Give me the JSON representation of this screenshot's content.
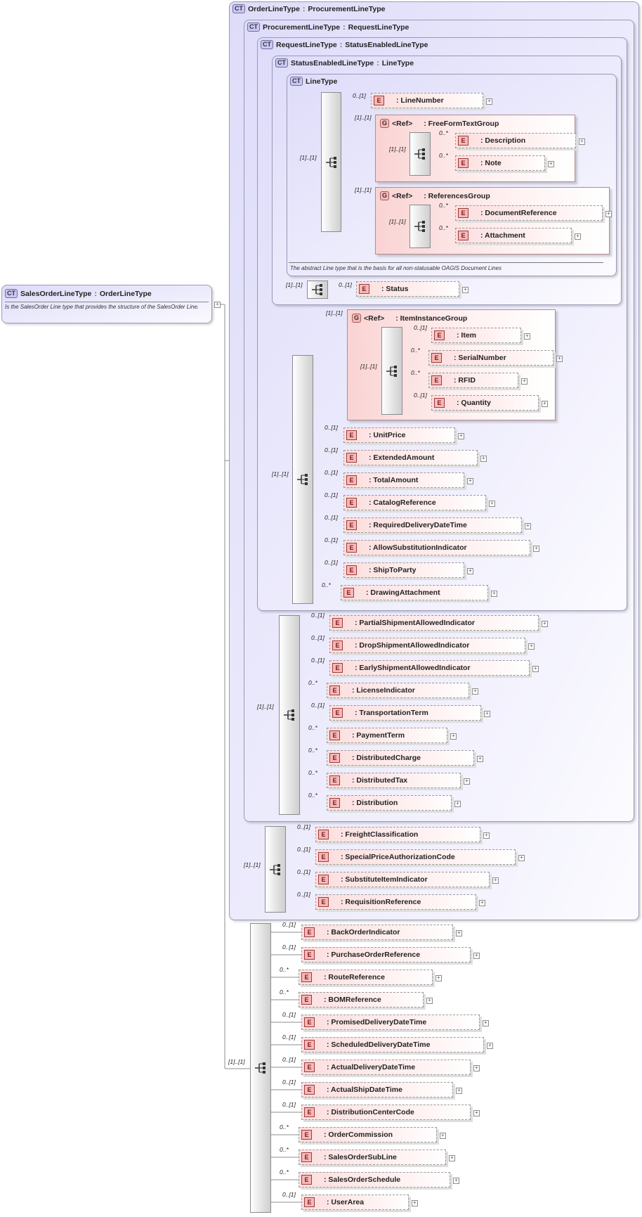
{
  "diagram": {
    "root": {
      "kind": "CT",
      "name": "SalesOrderLineType",
      "base": "OrderLineType",
      "doc": "Is the SalesOrder Line type that provides the structure of the SalesOrder Line."
    },
    "nested_types": [
      {
        "kind": "CT",
        "name": "OrderLineType",
        "base": "ProcurementLineType"
      },
      {
        "kind": "CT",
        "name": "ProcurementLineType",
        "base": "RequestLineType"
      },
      {
        "kind": "CT",
        "name": "RequestLineType",
        "base": "StatusEnabledLineType"
      },
      {
        "kind": "CT",
        "name": "StatusEnabledLineType",
        "base": "LineType"
      },
      {
        "kind": "CT",
        "name": "LineType",
        "base": ""
      }
    ],
    "ref_label": "<Ref>",
    "colon": ":",
    "line_type": {
      "seq_card": "[1]..[1]",
      "line_number": {
        "card": "0..[1]",
        "name": ": LineNumber"
      },
      "free_form": {
        "card": "[1]..[1]",
        "name": ": FreeFormTextGroup",
        "seq_card": "[1]..[1]",
        "items": [
          {
            "card": "0..*",
            "name": ": Description"
          },
          {
            "card": "0..*",
            "name": ": Note"
          }
        ]
      },
      "references": {
        "card": "[1]..[1]",
        "name": ": ReferencesGroup",
        "seq_card": "[1]..[1]",
        "items": [
          {
            "card": "0..*",
            "name": ": DocumentReference"
          },
          {
            "card": "0..*",
            "name": ": Attachment"
          }
        ]
      },
      "doc": "The abstract Line type that is the basis for all non-statusable OAGIS Document Lines"
    },
    "status_enabled": {
      "seq_card": "[1]..[1]",
      "status": {
        "card": "0..[1]",
        "name": ": Status"
      }
    },
    "item_instance": {
      "card": "[1]..[1]",
      "name": ": ItemInstanceGroup",
      "seq_card": "[1]..[1]",
      "items": [
        {
          "card": "0..[1]",
          "name": ": Item"
        },
        {
          "card": "0..*",
          "name": ": SerialNumber"
        },
        {
          "card": "0..*",
          "name": ": RFID"
        },
        {
          "card": "0..[1]",
          "name": ": Quantity"
        }
      ]
    },
    "request_seq": {
      "card": "[1]..[1]",
      "items": [
        {
          "card": "0..[1]",
          "name": ": UnitPrice"
        },
        {
          "card": "0..[1]",
          "name": ": ExtendedAmount"
        },
        {
          "card": "0..[1]",
          "name": ": TotalAmount"
        },
        {
          "card": "0..[1]",
          "name": ": CatalogReference"
        },
        {
          "card": "0..[1]",
          "name": ": RequiredDeliveryDateTime"
        },
        {
          "card": "0..[1]",
          "name": ": AllowSubstitutionIndicator"
        },
        {
          "card": "0..[1]",
          "name": ": ShipToParty"
        },
        {
          "card": "0..*",
          "name": ": DrawingAttachment"
        }
      ]
    },
    "procurement_seq": {
      "card": "[1]..[1]",
      "items": [
        {
          "card": "0..[1]",
          "name": ": PartialShipmentAllowedIndicator"
        },
        {
          "card": "0..[1]",
          "name": ": DropShipmentAllowedIndicator"
        },
        {
          "card": "0..[1]",
          "name": ": EarlyShipmentAllowedIndicator"
        },
        {
          "card": "0..*",
          "name": ": LicenseIndicator"
        },
        {
          "card": "0..[1]",
          "name": ": TransportationTerm"
        },
        {
          "card": "0..*",
          "name": ": PaymentTerm"
        },
        {
          "card": "0..*",
          "name": ": DistributedCharge"
        },
        {
          "card": "0..*",
          "name": ": DistributedTax"
        },
        {
          "card": "0..*",
          "name": ": Distribution"
        }
      ]
    },
    "order_seq": {
      "card": "[1]..[1]",
      "items": [
        {
          "card": "0..[1]",
          "name": ": FreightClassification"
        },
        {
          "card": "0..[1]",
          "name": ": SpecialPriceAuthorizationCode"
        },
        {
          "card": "0..[1]",
          "name": ": SubstituteItemIndicator"
        },
        {
          "card": "0..[1]",
          "name": ": RequisitionReference"
        }
      ]
    },
    "sales_seq": {
      "card": "[1]..[1]",
      "items": [
        {
          "card": "0..[1]",
          "name": ": BackOrderIndicator"
        },
        {
          "card": "0..[1]",
          "name": ": PurchaseOrderReference"
        },
        {
          "card": "0..*",
          "name": ": RouteReference"
        },
        {
          "card": "0..*",
          "name": ": BOMReference"
        },
        {
          "card": "0..[1]",
          "name": ": PromisedDeliveryDateTime"
        },
        {
          "card": "0..[1]",
          "name": ": ScheduledDeliveryDateTime"
        },
        {
          "card": "0..[1]",
          "name": ": ActualDeliveryDateTime"
        },
        {
          "card": "0..[1]",
          "name": ": ActualShipDateTime"
        },
        {
          "card": "0..[1]",
          "name": ": DistributionCenterCode"
        },
        {
          "card": "0..*",
          "name": ": OrderCommission"
        },
        {
          "card": "0..*",
          "name": ": SalesOrderSubLine"
        },
        {
          "card": "0..*",
          "name": ": SalesOrderSchedule"
        },
        {
          "card": "0..[1]",
          "name": ": UserArea"
        }
      ]
    }
  },
  "icons": {
    "complex_type_badge": "CT",
    "group_badge": "G",
    "element_badge": "E",
    "expand": "+",
    "sequence": "sequence-icon"
  },
  "colors": {
    "type_fill": "#dedcf9",
    "group_fill": "#fad3d3",
    "element_fill": "#fcdede",
    "sequence_fill": "#e1e1e1"
  }
}
